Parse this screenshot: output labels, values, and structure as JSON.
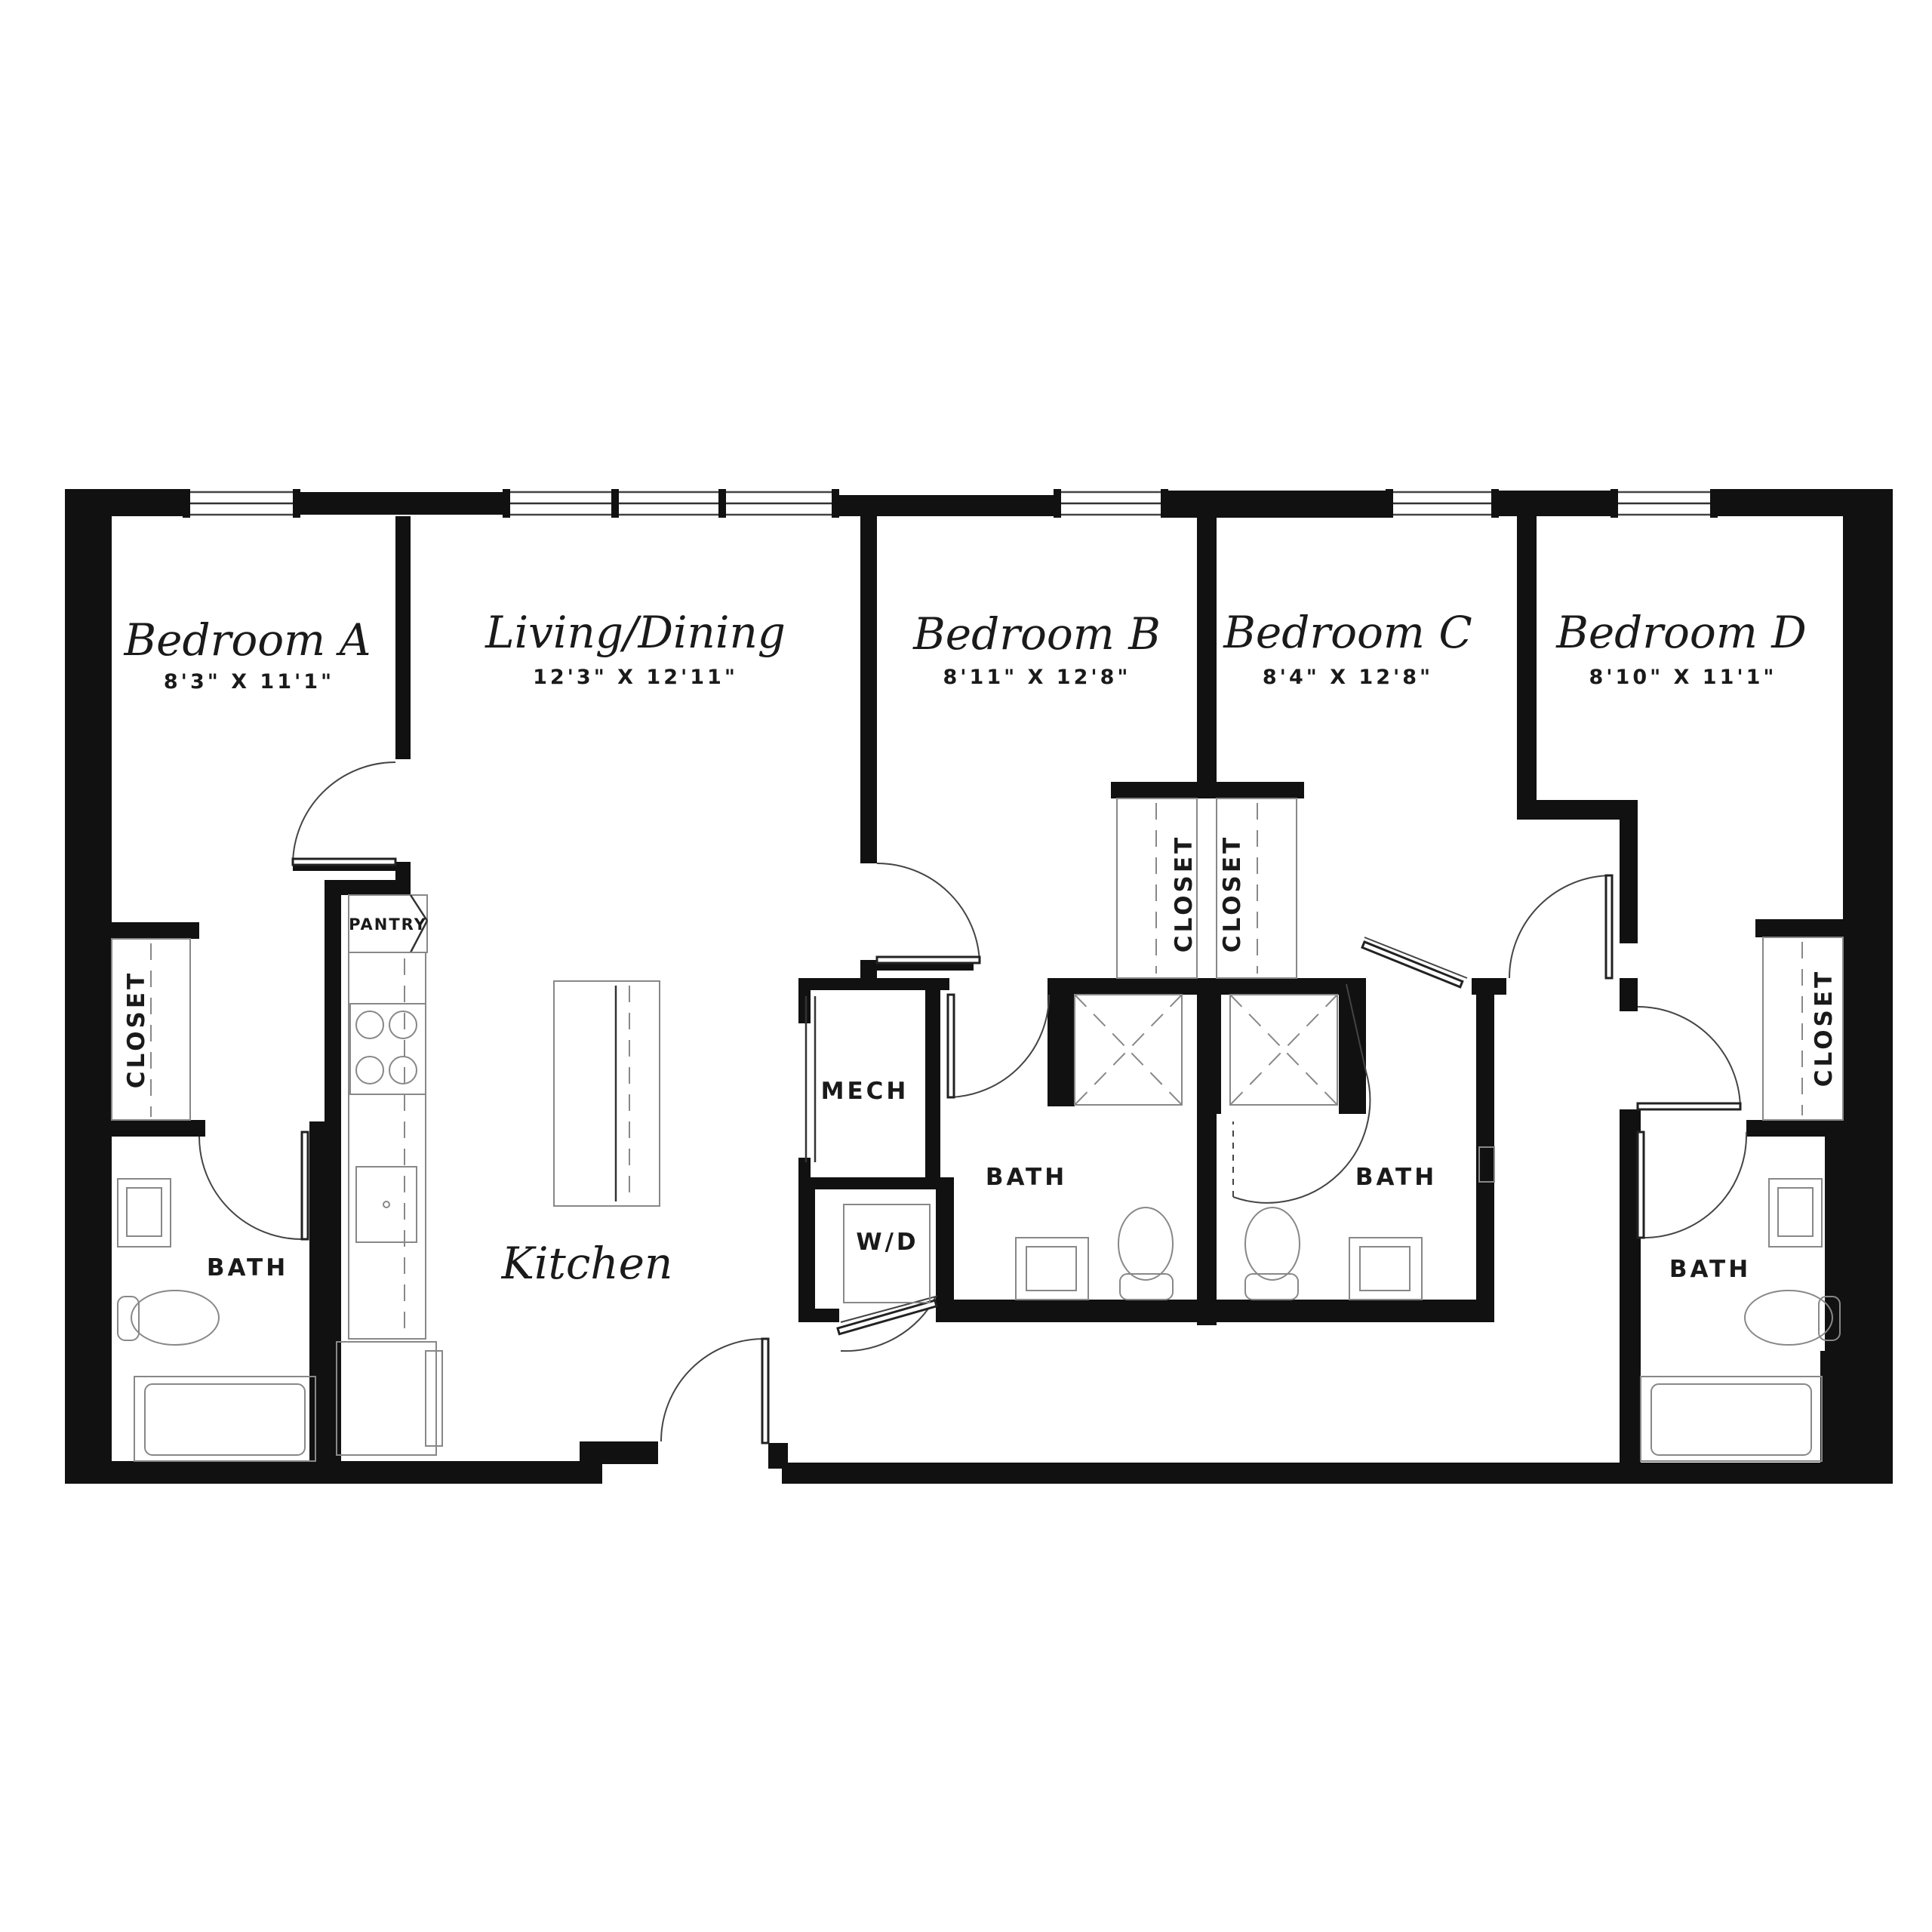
{
  "rooms": {
    "bedroom_a": {
      "name": "Bedroom A",
      "dimensions": "8'3\" X 11'1\""
    },
    "living_dining": {
      "name": "Living/Dining",
      "dimensions": "12'3\" X 12'11\""
    },
    "bedroom_b": {
      "name": "Bedroom B",
      "dimensions": "8'11\" X 12'8\""
    },
    "bedroom_c": {
      "name": "Bedroom C",
      "dimensions": "8'4\" X 12'8\""
    },
    "bedroom_d": {
      "name": "Bedroom D",
      "dimensions": "8'10\" X 11'1\""
    },
    "kitchen": {
      "name": "Kitchen"
    }
  },
  "labels": {
    "pantry": "PANTRY",
    "closet": "CLOSET",
    "bath": "BATH",
    "mech": "MECH",
    "washer_dryer": "W/D"
  },
  "colors": {
    "wall": "#111111",
    "background": "#ffffff",
    "fixture_line": "#444444"
  }
}
